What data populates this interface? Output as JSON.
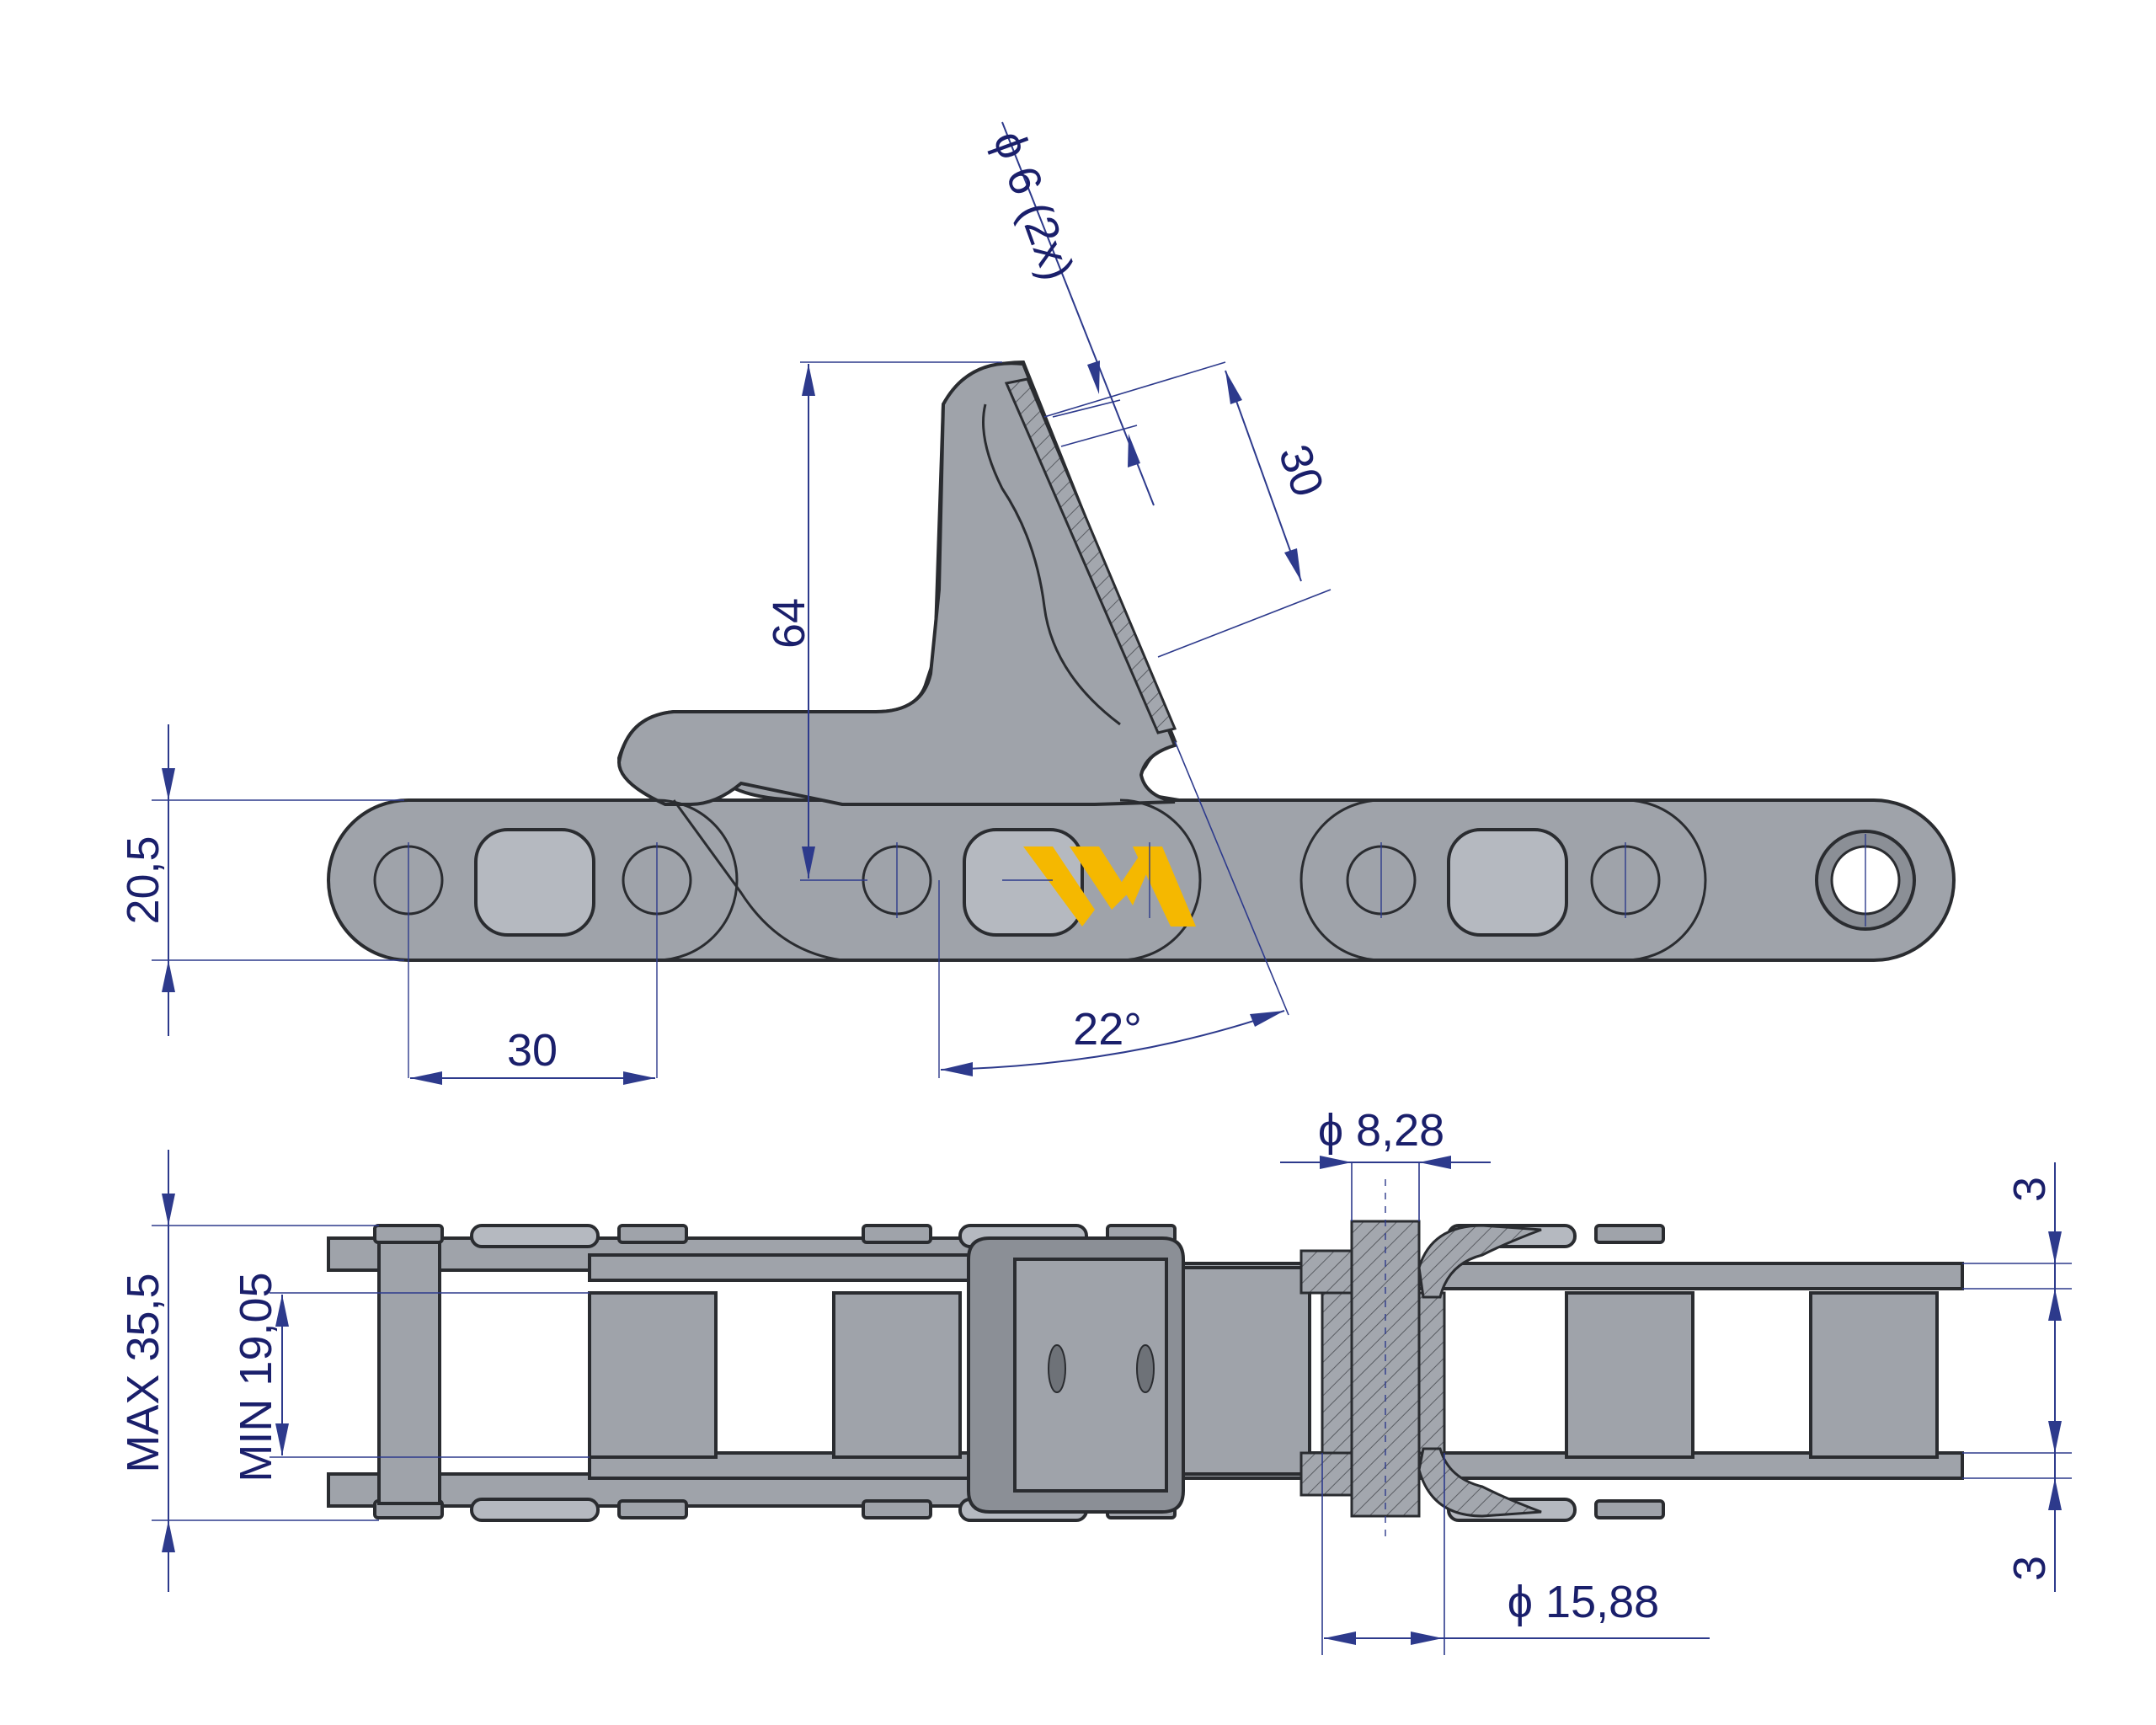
{
  "dimensions": {
    "hole_dia": "ϕ 6 (2x)",
    "tooth_height": "64",
    "slot_length": "30",
    "link_height": "20,5",
    "pitch": "30",
    "angle": "22°",
    "pin_dia": "ϕ 8,28",
    "roller_dia": "ϕ 15,88",
    "max_width": "MAX 35,5",
    "min_inner": "MIN 19,05",
    "plate_top": "3",
    "plate_bottom": "3"
  },
  "colors": {
    "dimension": "#2d3a8c",
    "part_fill": "#9fa3aa",
    "outline": "#2a2c30",
    "logo": "#f5b800"
  },
  "logo": "WV"
}
